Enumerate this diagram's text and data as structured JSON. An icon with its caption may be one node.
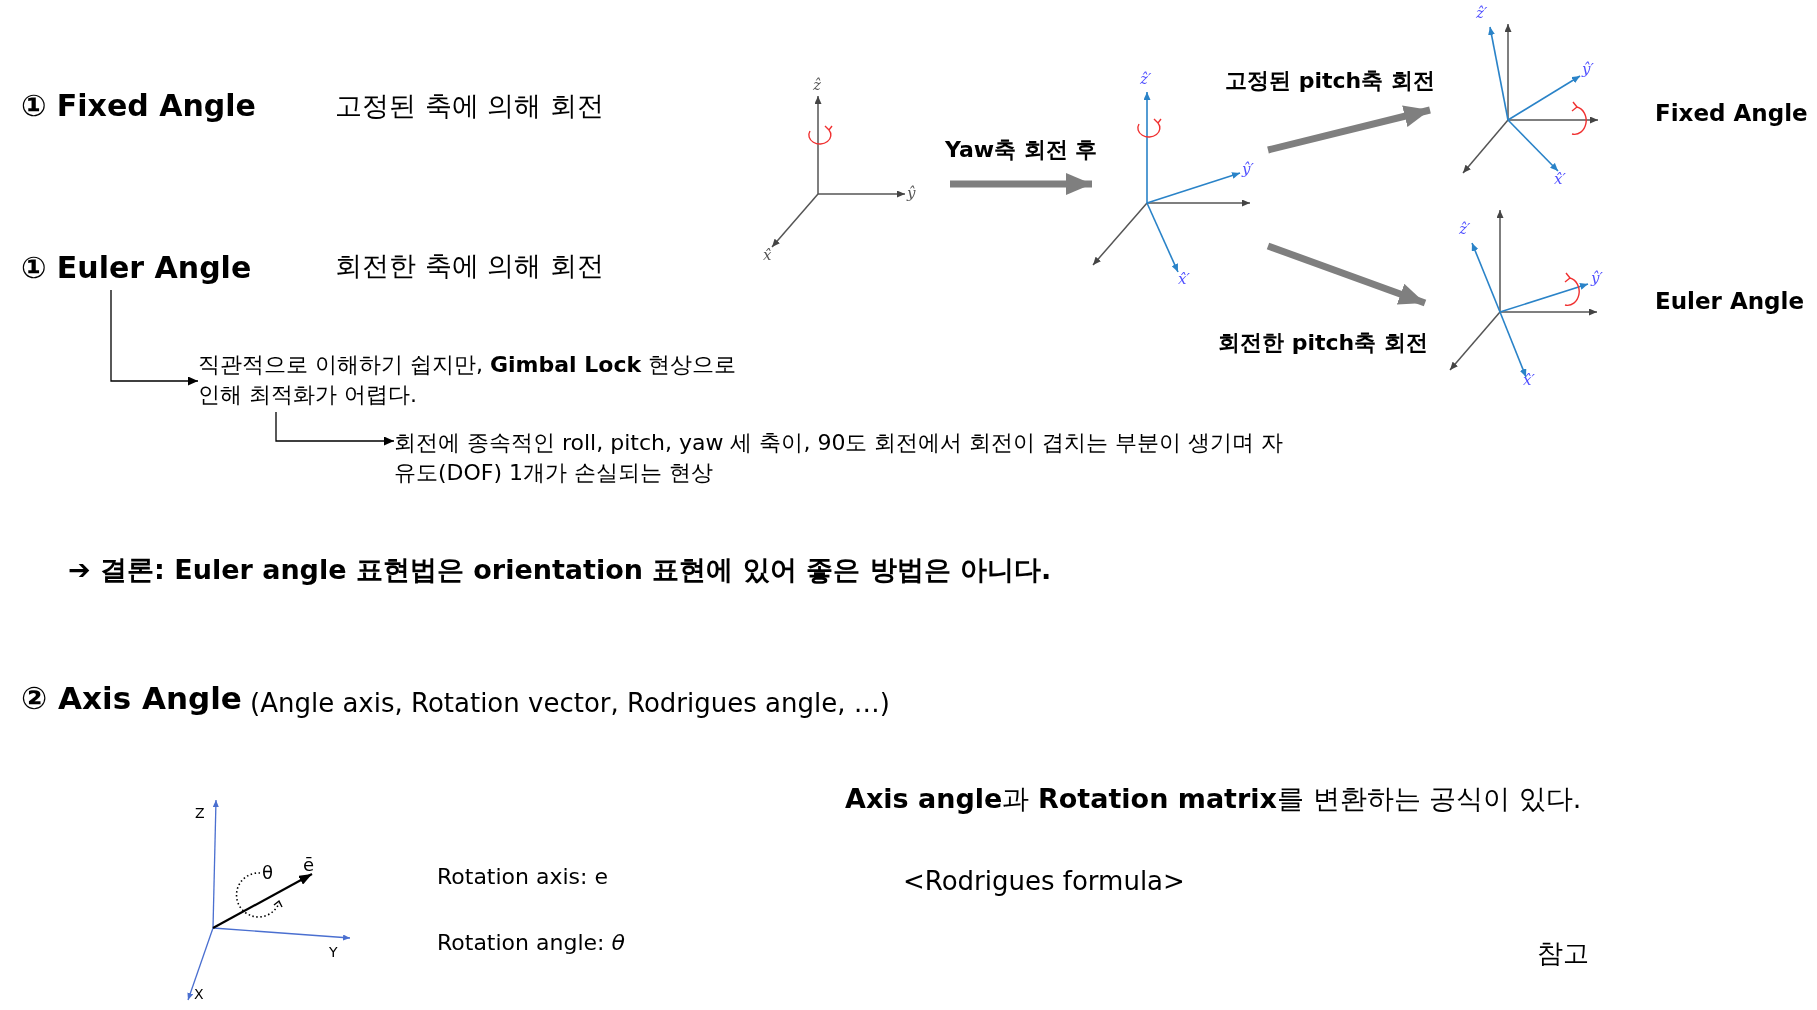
{
  "diagram": {
    "nodes": [
      {
        "text": [
          "① Euler Angle"
        ]
      },
      {
        "text": [
          "직관적으로 이해하기 쉽지만, **Gimbal Lock** 현상으로 인해 최적화가 어렵다."
        ]
      },
      {
        "text": [
          "회전에 종속적인 roll, pitch, yaw 세 축이, 90도 회전에서 회전이 겹치는 부분이 생기며 자유도(DOF) 1개가 손실되는 현상"
        ]
      },
      {
        "text": [
          "ẑ",
          "ŷ",
          "x̂"
        ]
      },
      {
        "text": [
          "ẑ′",
          "ŷ′",
          "x̂′"
        ]
      },
      {
        "text": [
          "ẑ′",
          "ŷ′",
          "x̂′"
        ],
        "beside": [
          "Fixed Angle"
        ]
      },
      {
        "text": [
          "ẑ′",
          "ŷ′",
          "x̂′"
        ],
        "beside": [
          "Euler Angle"
        ]
      }
    ],
    "edges": [
      {
        "from": 0,
        "to": 1,
        "arrow": "to",
        "color": "#000000"
      },
      {
        "from": 1,
        "to": 2,
        "arrow": "to",
        "color": "#000000"
      },
      {
        "from": 3,
        "to": 4,
        "arrow": "to",
        "label": "Yaw축 회전 후"
      },
      {
        "from": 4,
        "to": 5,
        "arrow": "to",
        "label": "고정된 pitch축 회전"
      },
      {
        "from": 4,
        "to": 6,
        "arrow": "to",
        "label": "회전한 pitch축 회전"
      }
    ],
    "labels": [
      "① Fixed Angle",
      "고정된 축에 의해 회전",
      "회전한 축에 의해 회전",
      "➔ 결론: Euler angle 표현법은 orientation 표현에 있어 좋은 방법은 아니다.",
      "② Axis Angle",
      "(Angle axis, Rotation vector, Rodrigues angle, …)",
      "Z",
      "θ",
      "ē",
      "Y",
      "X",
      "Rotation axis: e",
      "Rotation angle: *θ*",
      "**Axis angle**과 **Rotation matrix**를 변환하는 공식이 있다.",
      "<Rodrigues formula>",
      "참고"
    ]
  }
}
